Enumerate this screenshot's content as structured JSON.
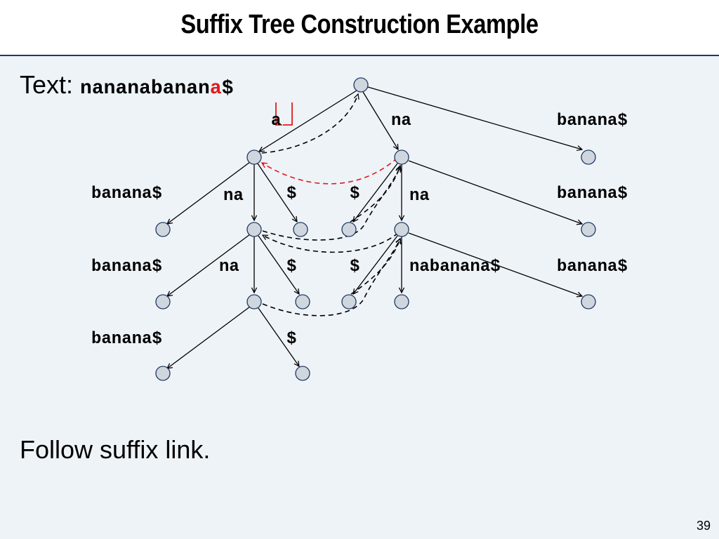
{
  "slide": {
    "title": "Suffix Tree Construction Example",
    "text_label": "Text: ",
    "text_prefix": "nananabanan",
    "text_highlight": "a",
    "text_suffix": "$",
    "instruction": "Follow suffix link.",
    "page_number": "39"
  },
  "diagram": {
    "edge_labels": {
      "root_a": "a",
      "root_na": "na",
      "root_banana": "banana$",
      "a_banana": "banana$",
      "a_na": "na",
      "a_dollar": "$",
      "na_dollar": "$",
      "na_na": "na",
      "na_banana": "banana$",
      "ana_banana": "banana$",
      "ana_na": "na",
      "ana_dollar": "$",
      "nana_dollar": "$",
      "nana_nabanana": "nabanana$",
      "nana_banana": "banana$",
      "anana_banana": "banana$",
      "anana_dollar": "$"
    },
    "colors": {
      "node_fill": "#d0d6de",
      "node_stroke": "#1f3864",
      "edge": "#000000",
      "highlight": "#e01a1a",
      "suffix_link_active": "#e01a1a"
    }
  }
}
